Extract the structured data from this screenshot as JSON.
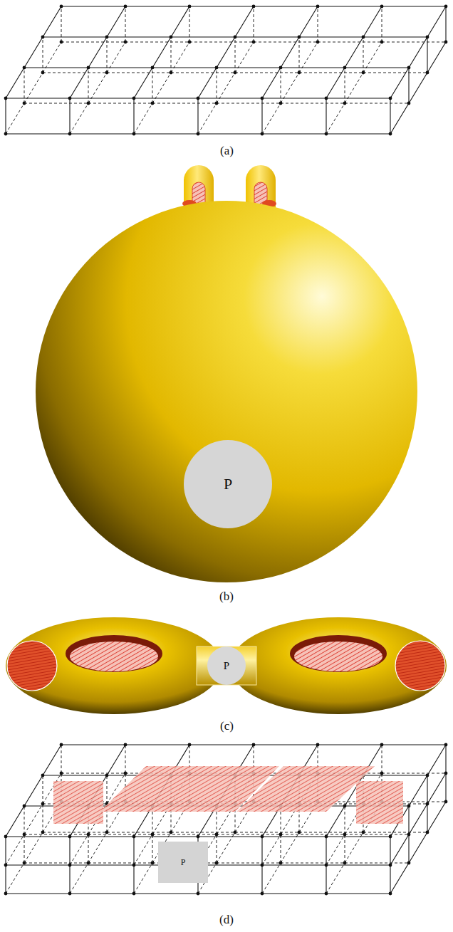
{
  "diagram": {
    "nodes": [
      {
        "text": [
          "P"
        ]
      },
      {
        "text": [
          "P"
        ]
      },
      {
        "text": [
          "P"
        ]
      }
    ],
    "labels": [
      "(a)",
      "(b)",
      "(c)",
      "(d)"
    ]
  }
}
